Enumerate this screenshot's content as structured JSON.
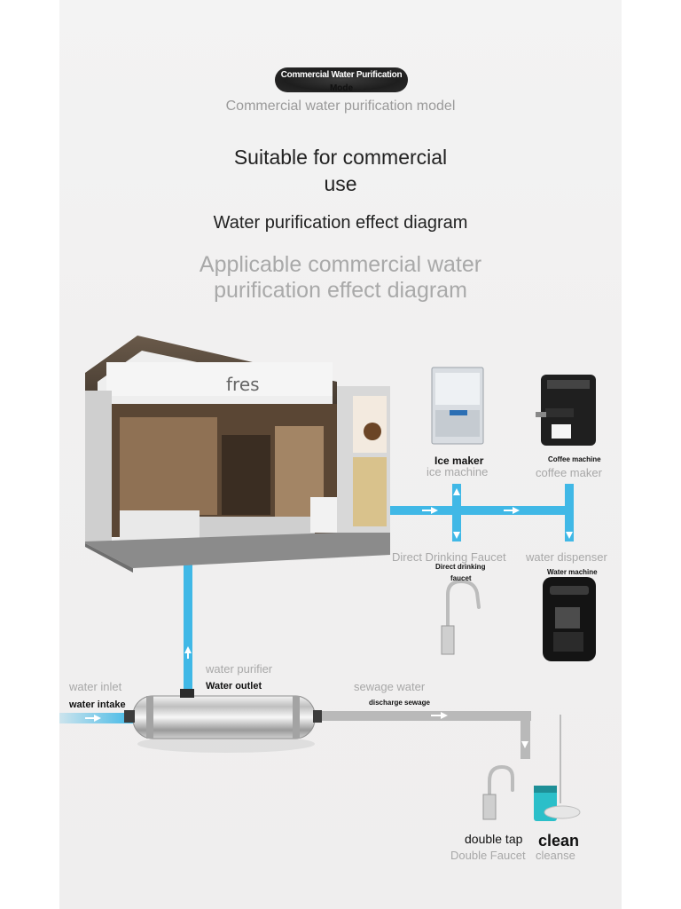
{
  "header": {
    "badge_line1": "Commercial Water Purification",
    "badge_line2": "Mode",
    "subtitle": "Commercial water purification model",
    "headline_line1": "Suitable for commercial",
    "headline_line2": "use",
    "diagram_title": "Water purification effect diagram",
    "diagram_subtitle_line1": "Applicable commercial water",
    "diagram_subtitle_line2": "purification effect diagram"
  },
  "labels": {
    "ice_maker": "Ice maker",
    "ice_machine": "ice machine",
    "coffee_machine": "Coffee machine",
    "coffee_maker": "coffee maker",
    "direct_drinking_faucet_gray": "Direct Drinking Faucet",
    "direct_drinking_faucet_dark_1": "Direct drinking",
    "direct_drinking_faucet_dark_2": "faucet",
    "water_dispenser": "water dispenser",
    "water_machine": "Water machine",
    "water_purifier": "water purifier",
    "water_outlet": "Water outlet",
    "water_inlet": "water inlet",
    "water_intake": "water intake",
    "sewage_water": "sewage water",
    "discharge_sewage": "discharge sewage",
    "double_tap": "double tap",
    "double_faucet": "Double Faucet",
    "clean": "clean",
    "cleanse": "cleanse"
  },
  "colors": {
    "water_pipe": "#40b8e6",
    "sewage_pipe": "#b9b9b9",
    "panel_bg": "#f1f0f0"
  }
}
